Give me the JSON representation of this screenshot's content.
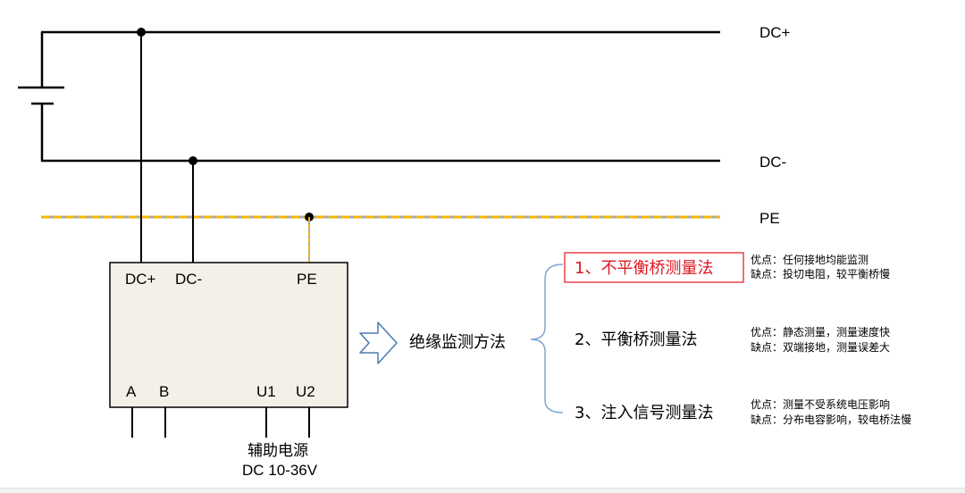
{
  "buses": {
    "dc_plus": "DC+",
    "dc_minus": "DC-",
    "pe": "PE"
  },
  "device": {
    "top_terminals": [
      "DC+",
      "DC-",
      "PE"
    ],
    "bottom_terminals": [
      "A",
      "B",
      "U1",
      "U2"
    ]
  },
  "aux_power": {
    "line1": "辅助电源",
    "line2": "DC 10-36V"
  },
  "method_title": "绝缘监测方法",
  "methods": [
    {
      "label": "1、不平衡桥测量法",
      "highlighted": true,
      "pros": "优点：任何接地均能监测",
      "cons": "缺点：投切电阻，较平衡桥慢"
    },
    {
      "label": "2、平衡桥测量法",
      "highlighted": false,
      "pros": "优点：静态测量，测量速度快",
      "cons": "缺点：双端接地，测量误差大"
    },
    {
      "label": "3、注入信号测量法",
      "highlighted": false,
      "pros": "优点：测量不受系统电压影响",
      "cons": "缺点：分布电容影响，较电桥法慢"
    }
  ],
  "colors": {
    "wire": "#000000",
    "pe_dash": "#f5b800",
    "pe_gap": "#a8a8a8",
    "device_fill": "#f3f0e8",
    "highlight_text": "#e0141e",
    "highlight_border": "#e0141e",
    "arrow_stroke": "#4a7ab0",
    "brace_stroke": "#7fa6cf"
  }
}
